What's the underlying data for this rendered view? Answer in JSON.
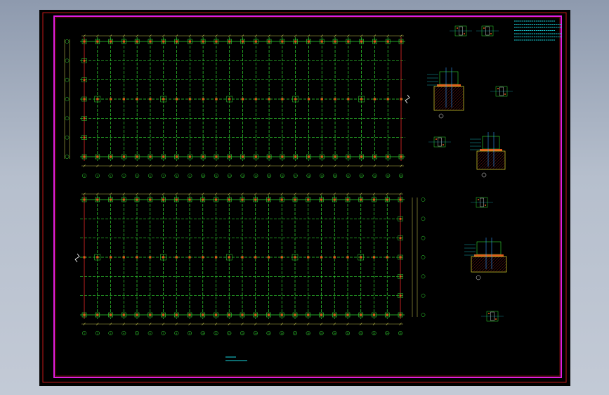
{
  "drawing": {
    "sheet_background": "#000000",
    "outer_border_color": "#c01818",
    "inner_border_color": "#e01ee0",
    "grid_line_color": "#33dd33",
    "grid_dim_color": "#b8b84a",
    "column_color": "#e05a1a",
    "axis_color": "#c02020",
    "detail_text_color": "#19d7e0",
    "hatch_color": "#e0e030",
    "plan_top": {
      "column_lines": 25,
      "row_lines": 7,
      "axis_labels": [
        "1",
        "2",
        "3",
        "4",
        "5",
        "6",
        "7",
        "8",
        "9",
        "10",
        "11",
        "12",
        "13",
        "14",
        "15",
        "16",
        "17",
        "18",
        "19",
        "20",
        "21",
        "22",
        "23",
        "24",
        "25"
      ]
    },
    "plan_bottom": {
      "column_lines": 25,
      "row_lines": 7,
      "axis_labels": [
        "1",
        "2",
        "3",
        "4",
        "5",
        "6",
        "7",
        "8",
        "9",
        "10",
        "11",
        "12",
        "13",
        "14",
        "15",
        "16",
        "17",
        "18",
        "19",
        "20",
        "21",
        "22",
        "23",
        "24",
        "25"
      ]
    },
    "icons": [
      "break-line-icon",
      "section-marker-icon",
      "axis-bubble-icon"
    ]
  }
}
